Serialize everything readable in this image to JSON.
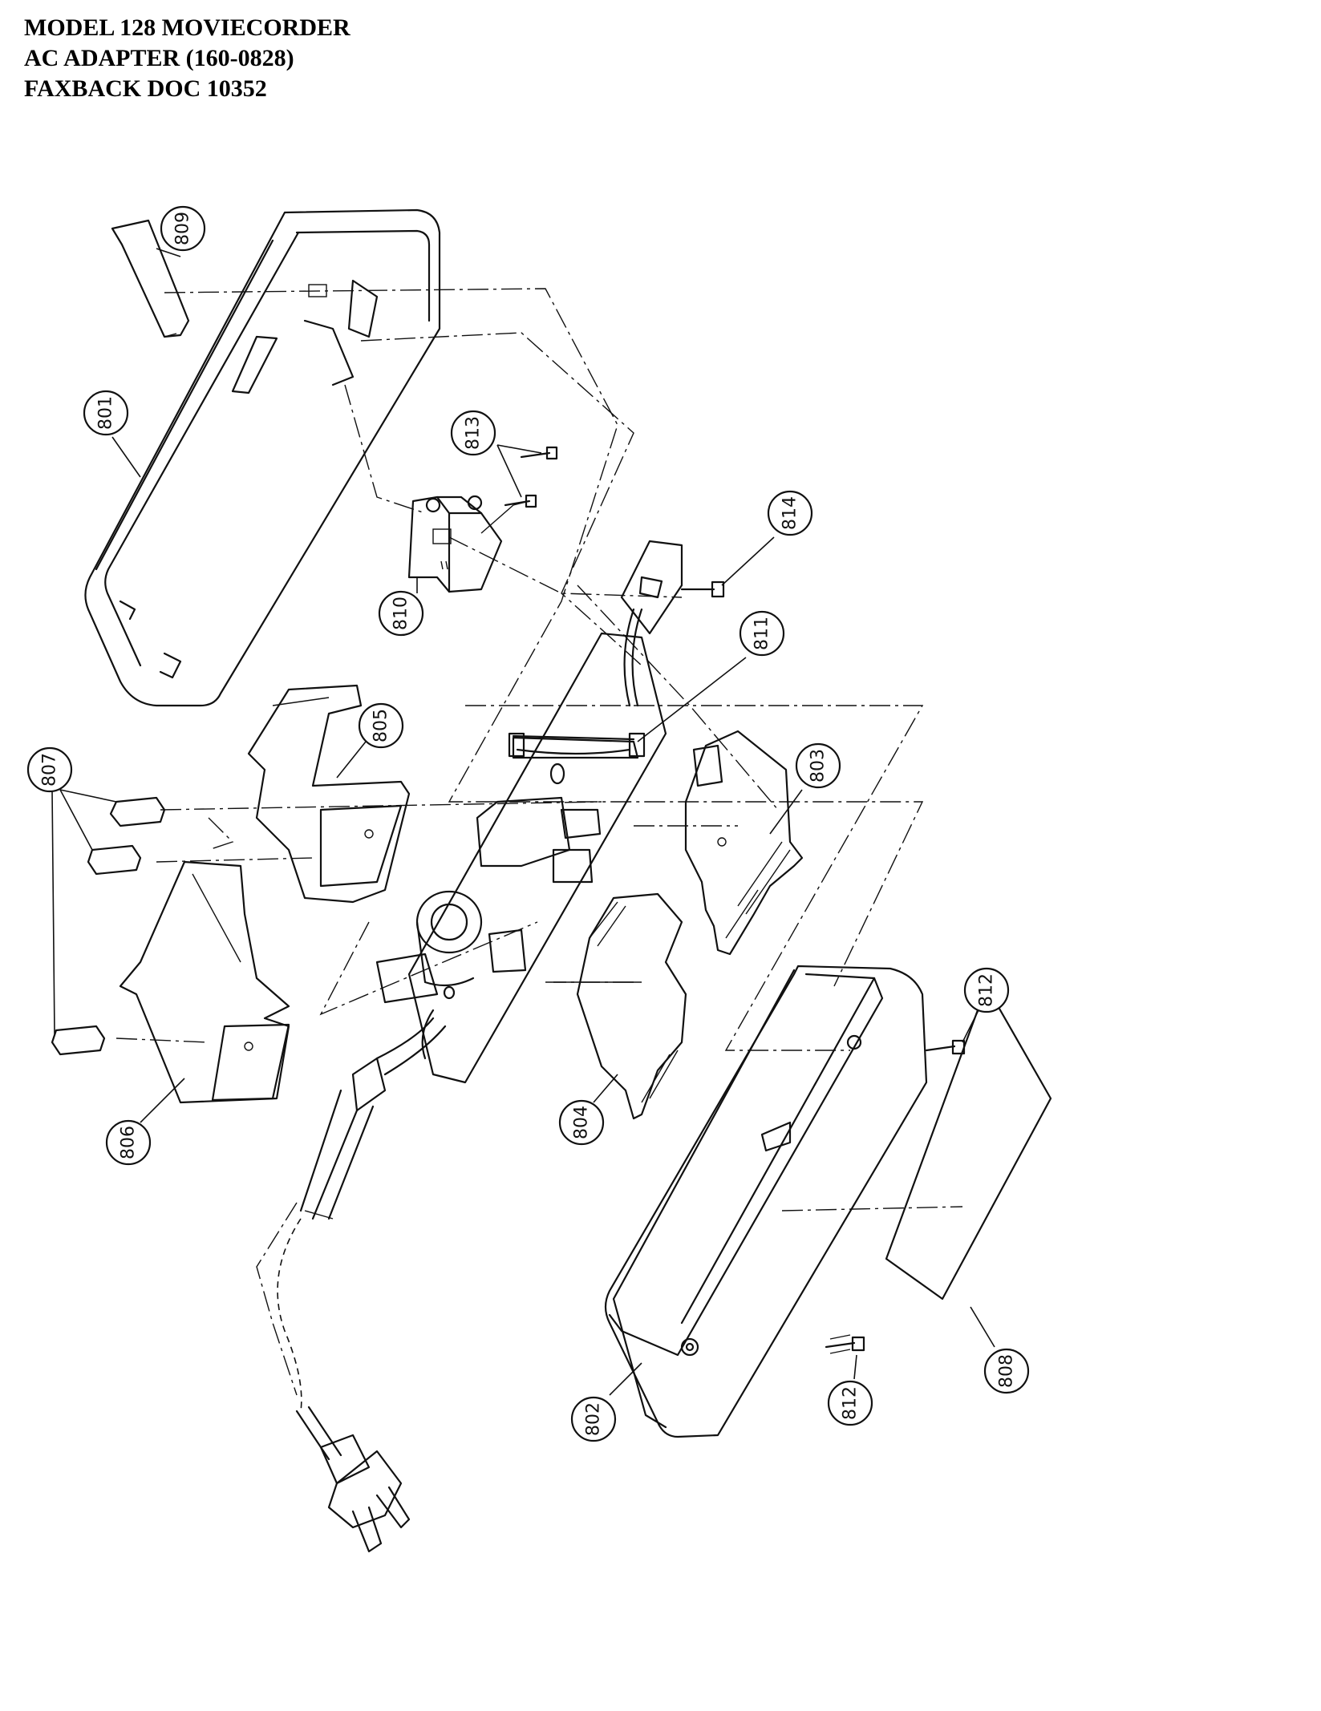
{
  "header": {
    "line1": "MODEL 128 MOVIECORDER",
    "line2": "AC ADAPTER  (160-0828)",
    "line3": "FAXBACK DOC 10352"
  },
  "callouts": {
    "c801": "801",
    "c802": "802",
    "c803": "803",
    "c804": "804",
    "c805": "805",
    "c806": "806",
    "c807": "807",
    "c808": "808",
    "c809": "809",
    "c810": "810",
    "c811": "811",
    "c812a": "812",
    "c812b": "812",
    "c813": "813",
    "c814": "814"
  }
}
